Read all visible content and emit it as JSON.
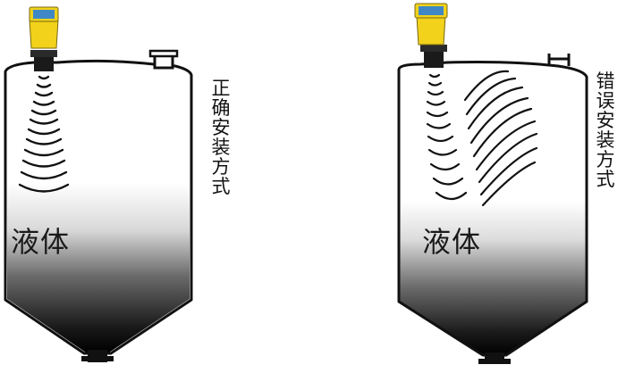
{
  "left": {
    "liquid_label": "液体",
    "caption": "正确安装方式"
  },
  "right": {
    "liquid_label": "液体",
    "caption": "错误安装方式"
  },
  "colors": {
    "sensor_yellow": "#f2d21b",
    "sensor_display": "#3f88c5",
    "liquid_dark": "#0a0a0a",
    "tank_outline": "#111111"
  }
}
